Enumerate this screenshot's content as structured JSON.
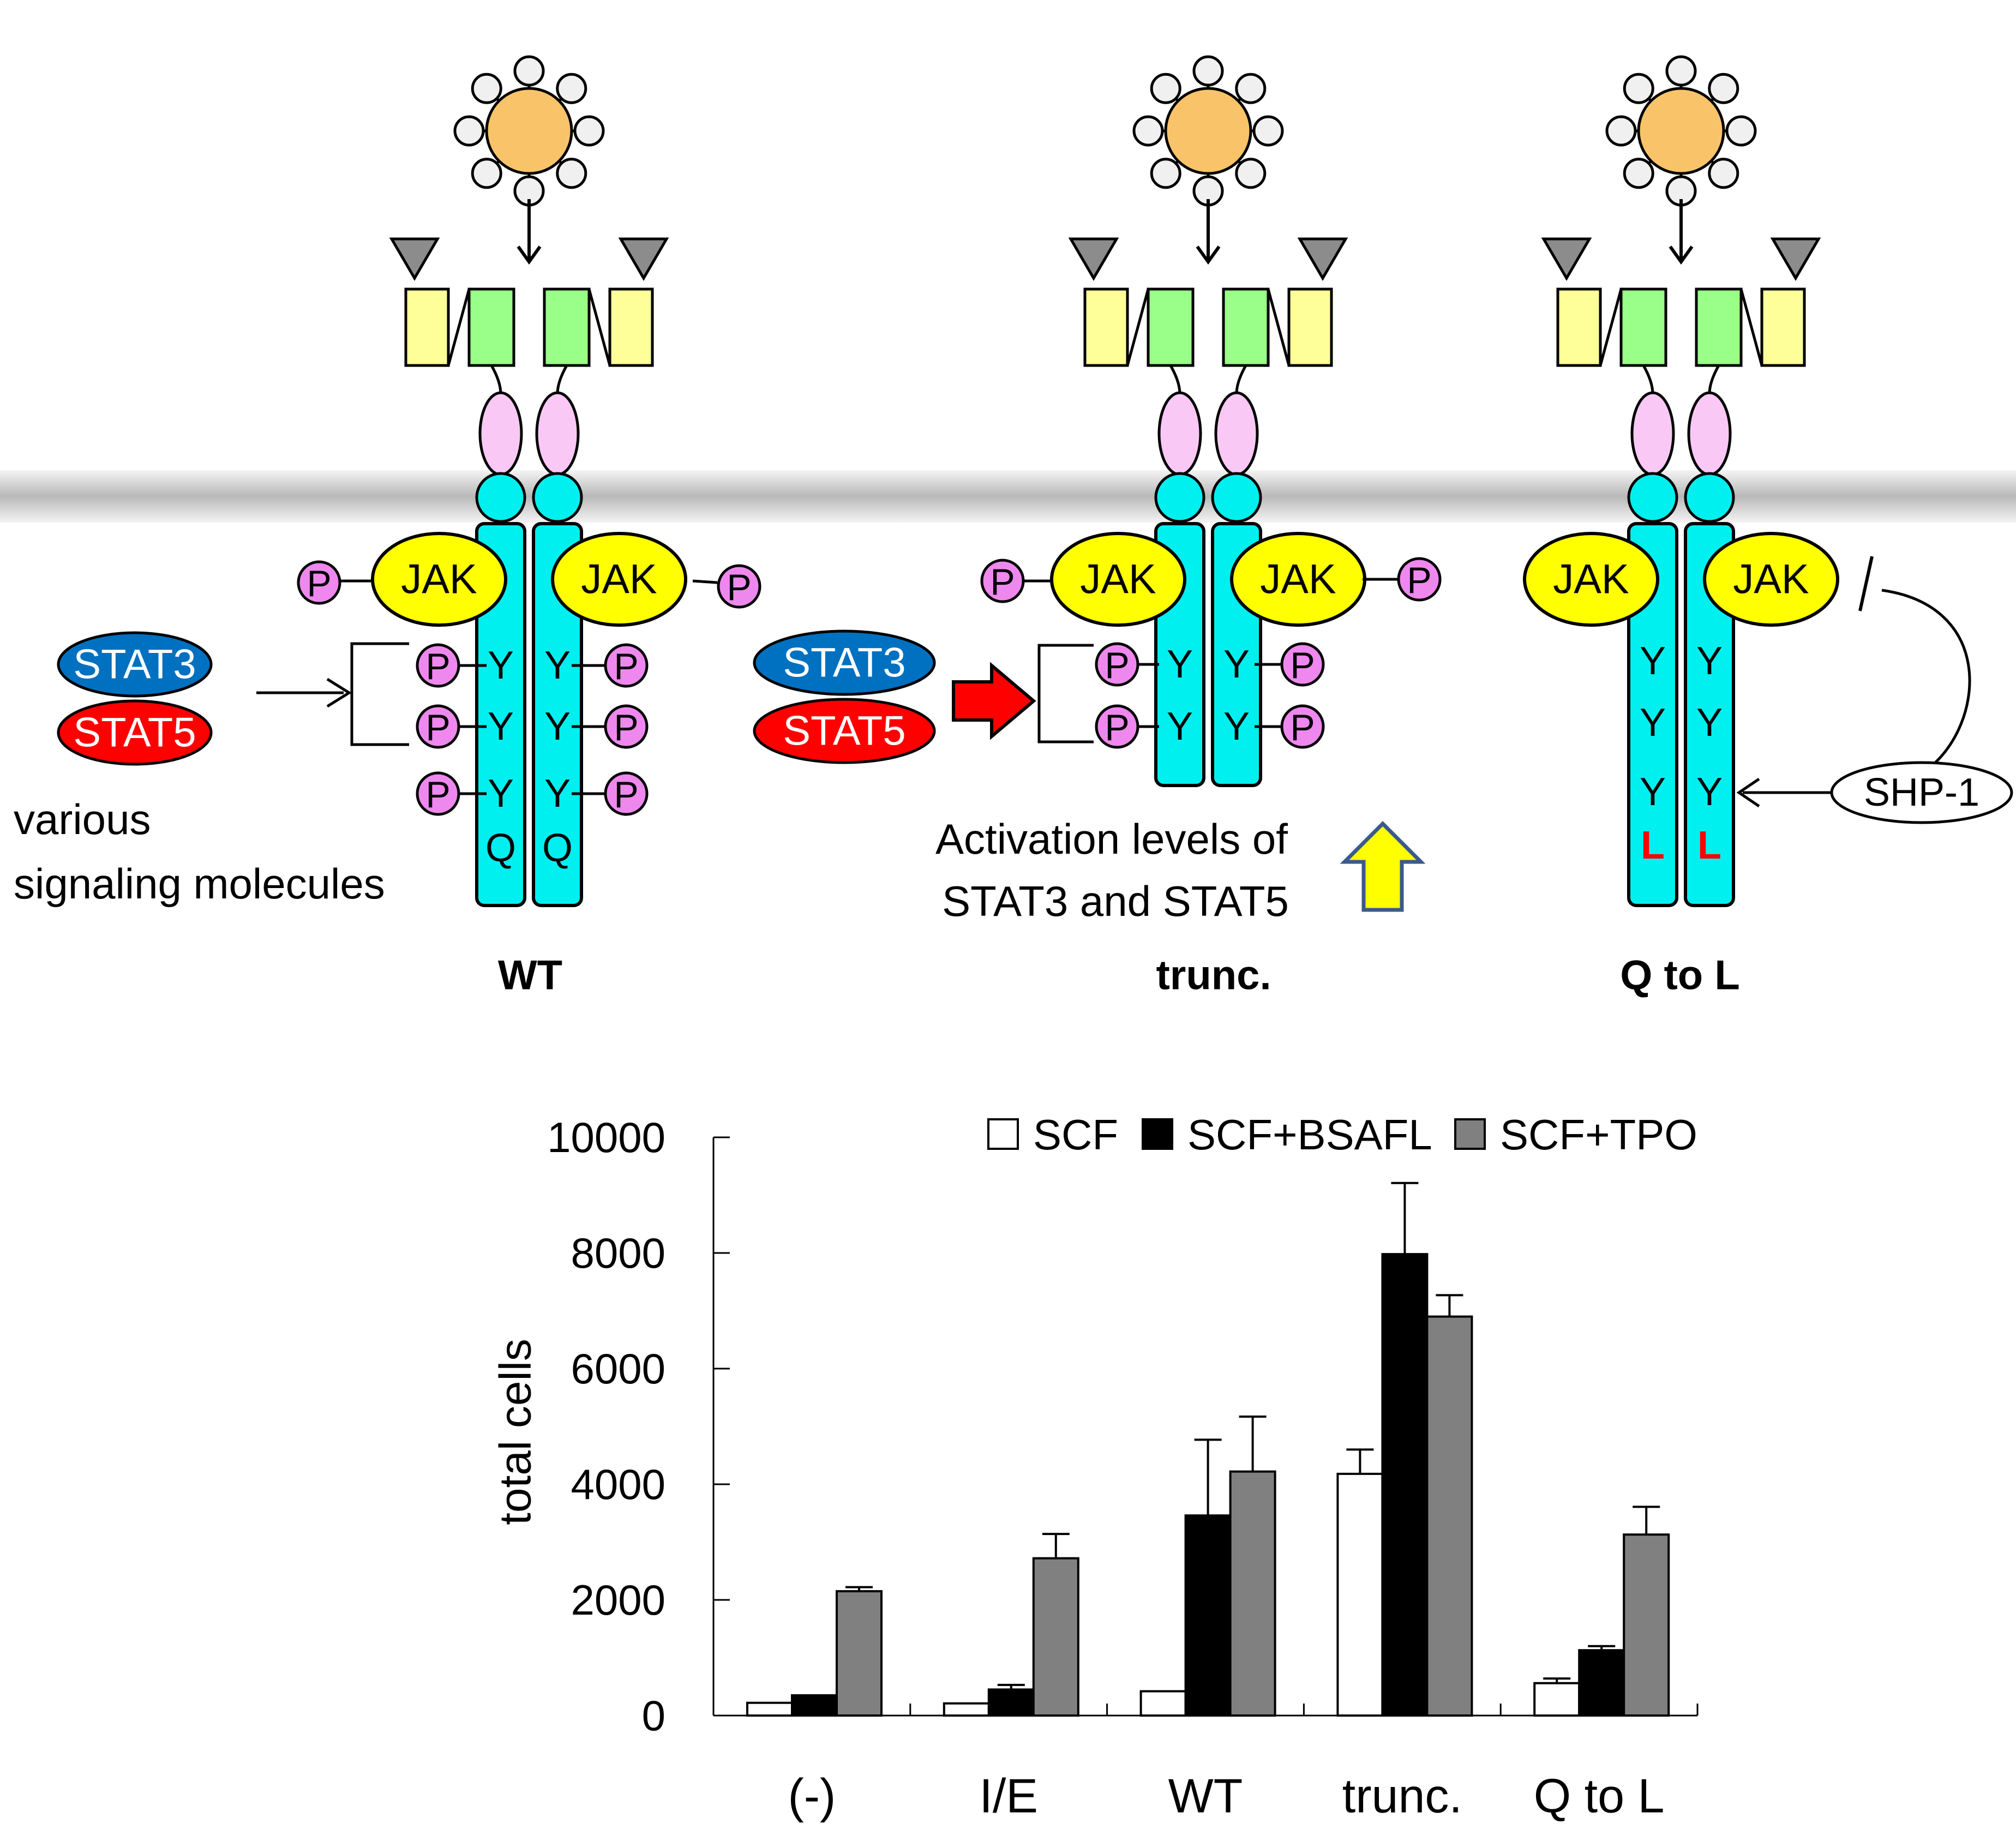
{
  "diagram": {
    "panels": [
      {
        "id": "wt",
        "label": "WT",
        "jak_label": "JAK",
        "y_labels": [
          "Y",
          "Y",
          "Y"
        ],
        "tail_labels": [
          "Q",
          "Q"
        ],
        "phospho_label": "P",
        "stat_labels": [
          "STAT3",
          "STAT5"
        ],
        "side_caption": [
          "various",
          "signaling molecules"
        ]
      },
      {
        "id": "trunc",
        "label": "trunc.",
        "jak_label": "JAK",
        "y_labels": [
          "Y",
          "Y"
        ],
        "phospho_label": "P",
        "stat_labels": [
          "STAT3",
          "STAT5"
        ],
        "activation_caption": [
          "Activation levels of",
          "STAT3 and STAT5"
        ]
      },
      {
        "id": "qtol",
        "label": "Q to L",
        "jak_label": "JAK",
        "y_labels": [
          "Y",
          "Y",
          "Y"
        ],
        "tail_labels": [
          "L",
          "L"
        ],
        "inhibitor_label": "SHP-1"
      }
    ],
    "colors": {
      "ligand_core": "#F9C36A",
      "ligand_node": "#F0F0F0",
      "triangle": "#8C8C8C",
      "yellow_box": "#FFFF99",
      "green_box": "#99FF88",
      "pink_oval": "#F9C8F5",
      "receptor": "#00F0F0",
      "jak": "#FFFF00",
      "phospho": "#EE88EE",
      "stat3": "#0070C0",
      "stat5": "#FF0000",
      "membrane": "#D0D0D0",
      "tail_L": "#FF0000"
    }
  },
  "chart_data": {
    "type": "bar",
    "ylabel": "total cells",
    "ylim": [
      0,
      10000
    ],
    "yticks": [
      0,
      2000,
      4000,
      6000,
      8000,
      10000
    ],
    "categories": [
      "(-)",
      "I/E",
      "WT",
      "trunc.",
      "Q to L"
    ],
    "legend_position": "top-right",
    "series": [
      {
        "name": "SCF",
        "color": "#FFFFFF",
        "values": [
          220,
          210,
          420,
          4180,
          560
        ],
        "errors": [
          0,
          0,
          0,
          420,
          80
        ]
      },
      {
        "name": "SCF+BSAFL",
        "color": "#000000",
        "values": [
          350,
          450,
          3460,
          7980,
          1130
        ],
        "errors": [
          0,
          80,
          1310,
          1230,
          70
        ]
      },
      {
        "name": "SCF+TPO",
        "color": "#808080",
        "values": [
          2150,
          2720,
          4220,
          6900,
          3130
        ],
        "errors": [
          70,
          420,
          950,
          370,
          480
        ]
      }
    ]
  }
}
